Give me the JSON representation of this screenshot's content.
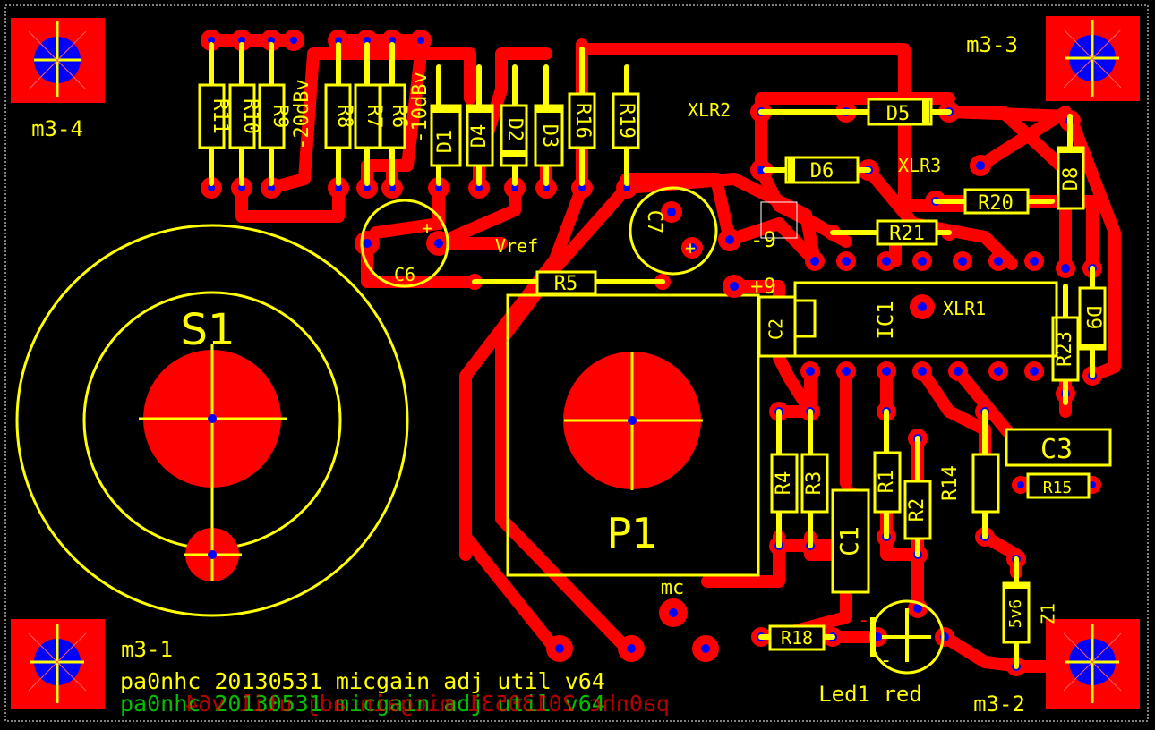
{
  "colors": {
    "background": "#000000",
    "copper": "#ff0000",
    "silk": "#ffff00",
    "via": "#0000ff",
    "bottom_text": "#00c000",
    "outline": "#ffffff"
  },
  "mounting_holes": {
    "tl": "m3-4",
    "tr": "m3-3",
    "bl": "m3-1",
    "br": "m3-2"
  },
  "resistors": {
    "r11": "R11",
    "r10": "R10",
    "r9": "R9",
    "r8": "R8",
    "r7": "R7",
    "r6": "R6",
    "r16": "R16",
    "r19": "R19",
    "r5": "R5",
    "r20": "R20",
    "r21": "R21",
    "r23": "R23",
    "r4": "R4",
    "r3": "R3",
    "r1": "R1",
    "r2": "R2",
    "r14": "R14",
    "r15": "R15",
    "r18": "R18"
  },
  "diodes": {
    "d1": "D1",
    "d4": "D4",
    "d2": "D2",
    "d3": "D3",
    "d5": "D5",
    "d6": "D6",
    "d8": "D8",
    "d9": "D9",
    "z1": "Z1",
    "z1_value": "5v6"
  },
  "capacitors": {
    "c6": "C6",
    "c7": "C7",
    "c2": "C2",
    "c1": "C1",
    "c3": "C3"
  },
  "labels": {
    "minus20": "-20dBv",
    "minus10": "-10dBv",
    "vref": "Vref",
    "minus9": "-9",
    "plus9": "+9",
    "xlr1": "XLR1",
    "xlr2": "XLR2",
    "xlr3": "XLR3",
    "ic1": "IC1",
    "s1": "S1",
    "p1": "P1",
    "mc": "mc",
    "led1": "Led1 red",
    "title_top": "pa0nhc 20130531 micgain adj util v64",
    "title_bottom": "pa0nhc 20130531 micgain adj util v64"
  }
}
